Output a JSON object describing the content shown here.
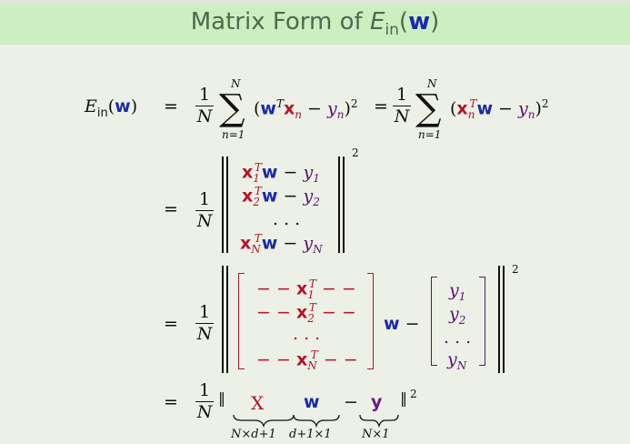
{
  "slide": {
    "title_prefix": "Matrix Form of ",
    "title_E": "E",
    "title_sub": "in",
    "title_w": "w"
  },
  "eq": {
    "lhs_E": "E",
    "lhs_sub": "in",
    "lhs_w": "w",
    "eq_sign": "=",
    "one": "1",
    "N": "N",
    "sigma": "∑",
    "sum_top": "N",
    "sum_bot": "n=1",
    "w": "w",
    "x": "x",
    "T": "T",
    "n": "n",
    "y": "y",
    "minus": "−",
    "sq": "2",
    "row1_sub": "1",
    "row2_sub": "2",
    "rowN_sub": "N",
    "dots": ". . .",
    "dash": "− −",
    "X": "X",
    "norm": "‖",
    "under_X": "N×d+1",
    "under_w": "d+1×1",
    "under_y": "N×1"
  }
}
